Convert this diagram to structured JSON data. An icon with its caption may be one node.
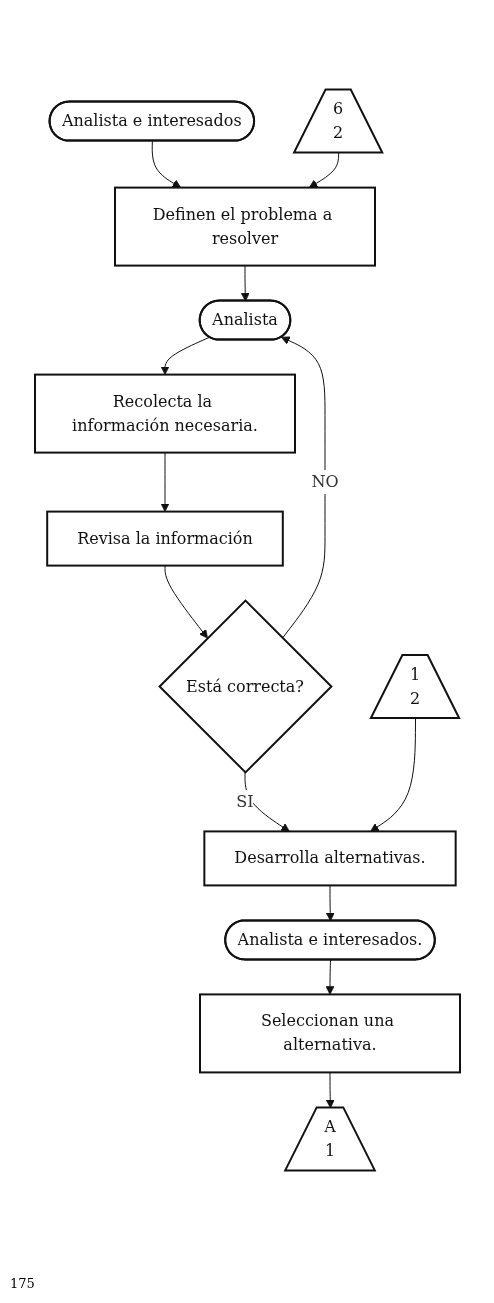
{
  "diagram": {
    "nodes": [
      {
        "text": [
          "Analista e interesados"
        ]
      },
      {
        "text": [
          "6",
          "2"
        ]
      },
      {
        "text": [
          "Definen el problema a resolver"
        ]
      },
      {
        "text": [
          "Analista"
        ]
      },
      {
        "text": [
          "Recolecta la información necesaria."
        ]
      },
      {
        "text": [
          "Revisa la información"
        ]
      },
      {
        "text": [
          "Está correcta?"
        ]
      },
      {
        "text": [
          "1",
          "2"
        ]
      },
      {
        "text": [
          "Desarrolla alternativas."
        ]
      },
      {
        "text": [
          "Analista e interesados."
        ]
      },
      {
        "text": [
          "Seleccionan una alternativa."
        ]
      },
      {
        "text": [
          "A",
          "1"
        ]
      }
    ],
    "edges": [
      {
        "from": 0,
        "to": 2,
        "arrow": "to"
      },
      {
        "from": 1,
        "to": 2,
        "arrow": "to"
      },
      {
        "from": 2,
        "to": 3,
        "arrow": "to"
      },
      {
        "from": 3,
        "to": 4,
        "arrow": "to"
      },
      {
        "from": 4,
        "to": 5,
        "arrow": "to"
      },
      {
        "from": 5,
        "to": 6,
        "arrow": "to"
      },
      {
        "from": 6,
        "to": 3,
        "label": "NO",
        "arrow": "to"
      },
      {
        "from": 6,
        "to": 8,
        "label": "SI",
        "arrow": "to"
      },
      {
        "from": 7,
        "to": 8,
        "arrow": "to"
      },
      {
        "from": 8,
        "to": 9,
        "arrow": "to"
      },
      {
        "from": 9,
        "to": 10,
        "arrow": "to"
      },
      {
        "from": 10,
        "to": 11,
        "arrow": "to"
      }
    ],
    "labels": [
      "175"
    ]
  }
}
